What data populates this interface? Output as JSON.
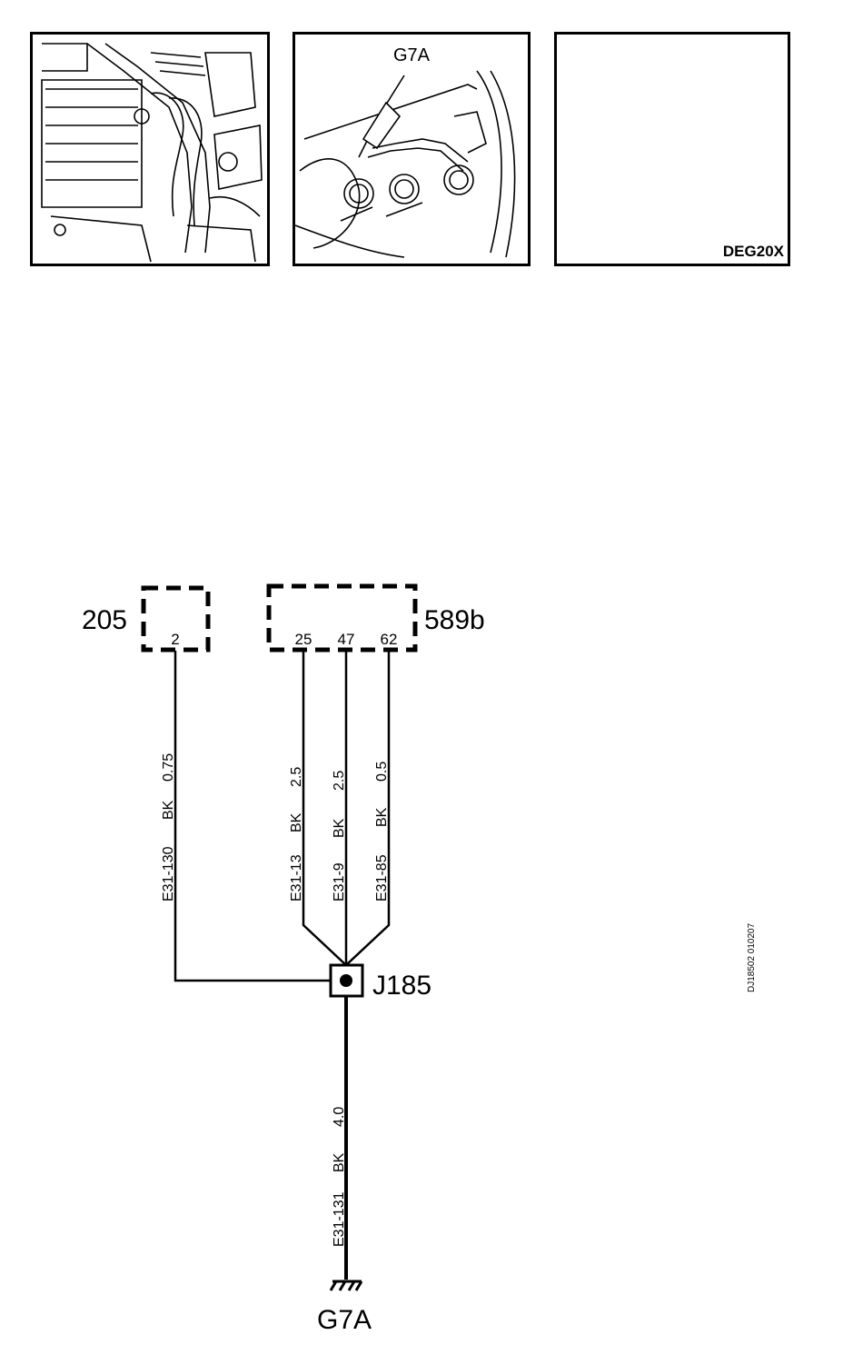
{
  "photos": {
    "left": {
      "label": ""
    },
    "middle": {
      "label": "G7A"
    },
    "right": {
      "label": "DEG20X"
    }
  },
  "components": {
    "c205": {
      "id": "205",
      "pin": "2"
    },
    "c589b": {
      "id": "589b",
      "pins": [
        "25",
        "47",
        "62"
      ]
    },
    "splice": {
      "id": "J185"
    },
    "ground": {
      "id": "G7A"
    }
  },
  "wires": [
    {
      "circuit": "E31-130",
      "color": "BK",
      "size": "0.75"
    },
    {
      "circuit": "E31-13",
      "color": "BK",
      "size": "2.5"
    },
    {
      "circuit": "E31-9",
      "color": "BK",
      "size": "2.5"
    },
    {
      "circuit": "E31-85",
      "color": "BK",
      "size": "0.5"
    },
    {
      "circuit": "E31-131",
      "color": "BK",
      "size": "4.0"
    }
  ],
  "doc_code": "DJ18502 010207"
}
